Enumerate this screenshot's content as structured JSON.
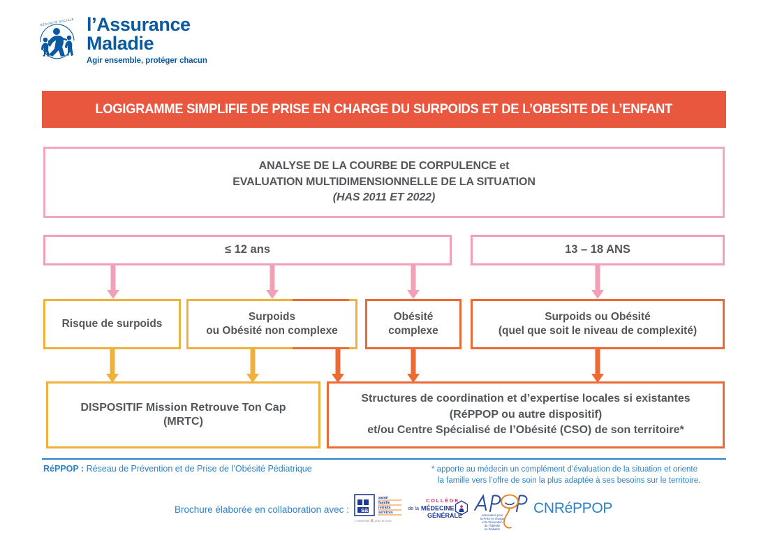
{
  "brand": {
    "logo_line1": "l’Assurance",
    "logo_line2": "Maladie",
    "logo_tagline": "Agir ensemble, protéger chacun",
    "logo_ring_text": "SÉCURITÉ SOCIALE",
    "blue": "#0B5AA0"
  },
  "banner": {
    "title": "LOGIGRAMME SIMPLIFIE DE PRISE EN CHARGE DU SURPOIDS ET DE L’OBESITE DE L’ENFANT",
    "bg_color": "#E9573F",
    "text_color": "#FFFFFF"
  },
  "flow": {
    "analysis": {
      "line1": "ANALYSE DE LA COURBE DE CORPULENCE et",
      "line2": "EVALUATION MULTIDIMENSIONNELLE DE LA SITUATION",
      "line3": "(HAS 2011 ET 2022)",
      "border_color": "#F4A6BC"
    },
    "age_left": {
      "label": "≤ 12 ans",
      "border_color": "#F2A0B5"
    },
    "age_right": {
      "label": "13 – 18 ANS",
      "border_color": "#F2A0B5"
    },
    "risque": {
      "line1": "Risque de surpoids",
      "border_color": "#F0B13C"
    },
    "surpoids": {
      "line1": "Surpoids",
      "line2": "ou Obésité non complexe",
      "border_color_left": "#F0B13C",
      "border_color_right": "#EC6B35"
    },
    "obesite": {
      "line1": "Obésité",
      "line2": "complexe",
      "border_color": "#EC6B35"
    },
    "surpoids_ado": {
      "line1": "Surpoids ou Obésité",
      "line2": "(quel que soit le niveau de complexité)",
      "border_color": "#EC6B35"
    },
    "mrtc": {
      "line1": "DISPOSITIF Mission Retrouve Ton Cap",
      "line2": "(MRTC)",
      "border_color": "#F0B13C"
    },
    "structures": {
      "line1": "Structures de coordination et d’expertise locales si existantes",
      "line2": "(RéPPOP ou autre dispositif)",
      "line3": "et/ou Centre Spécialisé de l’Obésité (CSO) de son territoire*",
      "border_color": "#EC6B35"
    }
  },
  "footer": {
    "legend_abbr": "RéPPOP :",
    "legend_text": " Réseau de Prévention et de Prise de l’Obésité Pédiatrique",
    "note_line1": "* apporte au médecin un complément d’évaluation de la situation et oriente",
    "note_line2": "la famille vers l’offre de soin la plus adaptée à ses besoins sur le territoire.",
    "collab_label": "Brochure élaborée en collaboration avec :",
    "blue": "#2C82C9"
  },
  "partners": {
    "msa": {
      "mark": "msa",
      "l1": "santé",
      "l2": "famille",
      "l3": "retraite",
      "l4": "services",
      "tagline_a": "L’essentiel ",
      "tagline_amp": "&",
      "tagline_b": " plus encore"
    },
    "cmg": {
      "l1": "COLLÈGE",
      "l2": "de la",
      "l3": "MÉDECINE",
      "l4": "GÉNÉRALE"
    },
    "apop": {
      "mark": "APOP",
      "sub1": "Association pour",
      "sub2": "la Prise en charge",
      "sub3": "et la Prévention",
      "sub4": "de l’Obésité",
      "sub5": "en Pédiatrie"
    },
    "cnreppop": {
      "name": "CNRéPPOP"
    }
  }
}
